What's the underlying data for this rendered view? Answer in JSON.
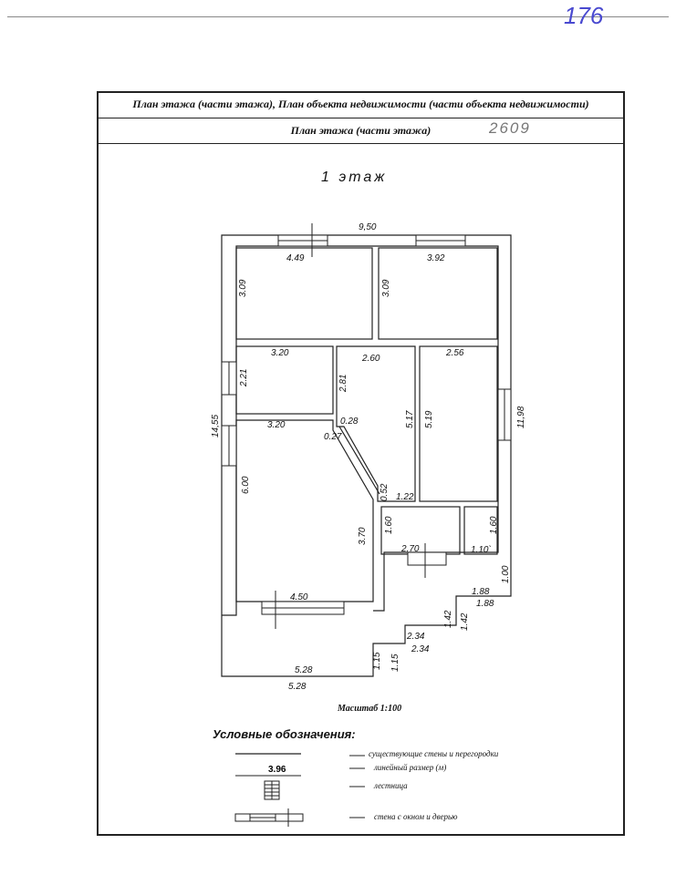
{
  "page": {
    "corner_number": "176",
    "header_line1": "План этажа (части этажа), План объекта недвижимости (части объекта недвижимости)",
    "header_line2": "План этажа (части этажа)",
    "handwritten_number": "2609",
    "floor_title": "1 этаж",
    "scale": "Масштаб 1:100"
  },
  "dimensions": {
    "top_overall": "9,50",
    "left_overall": "14,55",
    "right_overall": "11,98",
    "room1_width": "4.49",
    "room1_height": "3.09",
    "room2_width": "3.92",
    "room2_height": "3.09",
    "room3_width": "3.20",
    "room3_height": "2.21",
    "room4_width": "2.60",
    "room4_height_left": "2.81",
    "room4_height_right": "5.17",
    "room4_diag_top": "0.28",
    "room4_diag_bottom": "0.52",
    "room4_bottom": "1.22",
    "room5_width": "2.56",
    "room5_height": "5.19",
    "room6_width": "3.20",
    "room6_diag": "0.27",
    "room6_height": "6.00",
    "room6_right": "3.70",
    "room6_bottom": "4.50",
    "room7_height": "1.60",
    "room7_width": "2.70",
    "room8_height": "1.60",
    "room8_width": "1.10`",
    "step1_h": "1.00",
    "step1_w_top": "1.88",
    "step1_w_bottom": "1.88",
    "step2_h_left": "1.42",
    "step2_h_right": "1.42",
    "step2_w_top": "2.34",
    "step2_w_bottom": "2.34",
    "step3_h_left": "1.15",
    "step3_h_right": "1.15",
    "bottom_w_top": "5.28",
    "bottom_w_bottom": "5.28"
  },
  "legend": {
    "title": "Условные обозначения:",
    "walls": "существующие стены и перегородки",
    "sample_value": "3.96",
    "linear_size": "линейный размер (м)",
    "stairs": "лестница",
    "wall_window_door": "стена с окном и дверью"
  }
}
